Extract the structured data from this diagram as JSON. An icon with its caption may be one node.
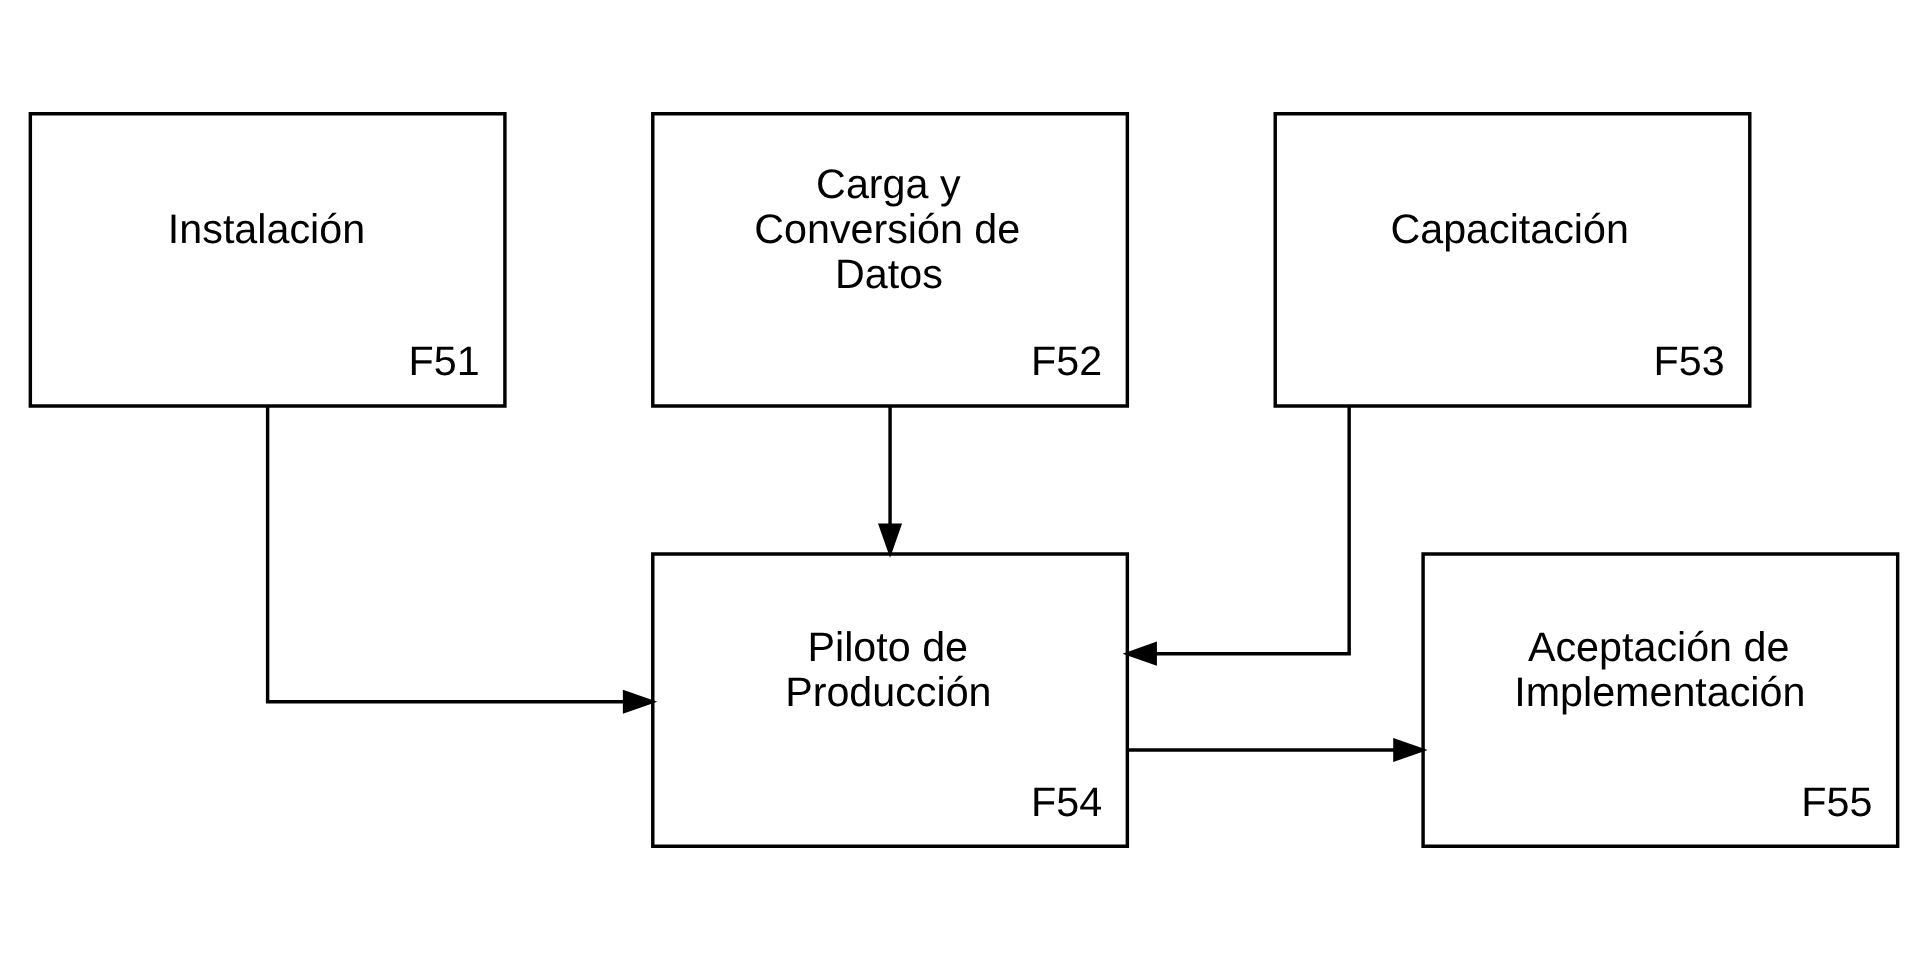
{
  "diagram": {
    "nodes": [
      {
        "text": [
          "Instalación",
          "F51"
        ]
      },
      {
        "text": [
          "Carga y Conversión de Datos",
          "F52"
        ]
      },
      {
        "text": [
          "Capacitación",
          "F53"
        ]
      },
      {
        "text": [
          "Piloto de Producción",
          "F54"
        ]
      },
      {
        "text": [
          "Aceptación de Implementación",
          "F55"
        ]
      }
    ],
    "edges": [
      {
        "from": 0,
        "to": 3,
        "arrow": "to"
      },
      {
        "from": 1,
        "to": 3,
        "arrow": "to"
      },
      {
        "from": 2,
        "to": 3,
        "arrow": "to"
      },
      {
        "from": 3,
        "to": 4,
        "arrow": "to"
      }
    ]
  }
}
